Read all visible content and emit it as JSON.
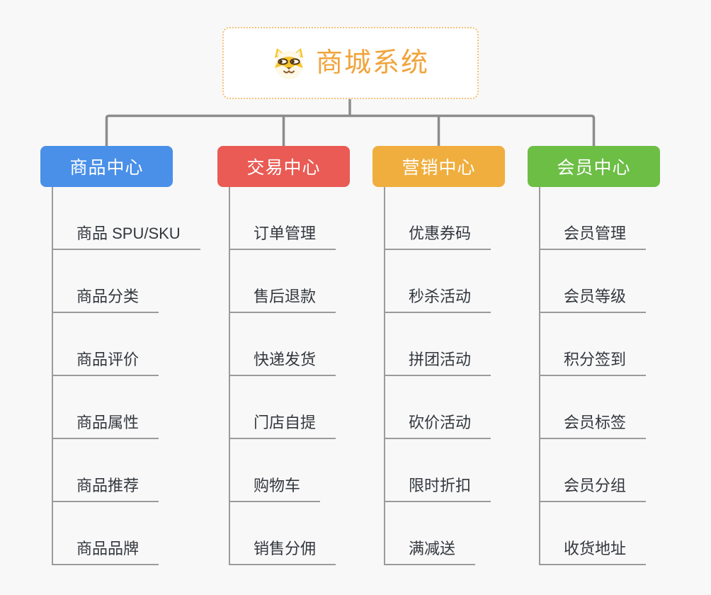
{
  "root": {
    "title": "商城系统",
    "icon": "shiba-dog-icon"
  },
  "branches": [
    {
      "label": "商品中心",
      "color": "#4a90e8",
      "children": [
        "商品 SPU/SKU",
        "商品分类",
        "商品评价",
        "商品属性",
        "商品推荐",
        "商品品牌"
      ]
    },
    {
      "label": "交易中心",
      "color": "#e95b54",
      "children": [
        "订单管理",
        "售后退款",
        "快递发货",
        "门店自提",
        "购物车",
        "销售分佣"
      ]
    },
    {
      "label": "营销中心",
      "color": "#efae3e",
      "children": [
        "优惠券码",
        "秒杀活动",
        "拼团活动",
        "砍价活动",
        "限时折扣",
        "满减送"
      ]
    },
    {
      "label": "会员中心",
      "color": "#6cbe45",
      "children": [
        "会员管理",
        "会员等级",
        "积分签到",
        "会员标签",
        "会员分组",
        "收货地址"
      ]
    }
  ],
  "colors": {
    "background": "#f8f8f8",
    "root_border": "#f2c179",
    "root_text": "#f0a43c",
    "connector": "#8c8c8c",
    "leaf_line": "#9b9b9b",
    "leaf_text": "#33373d"
  }
}
